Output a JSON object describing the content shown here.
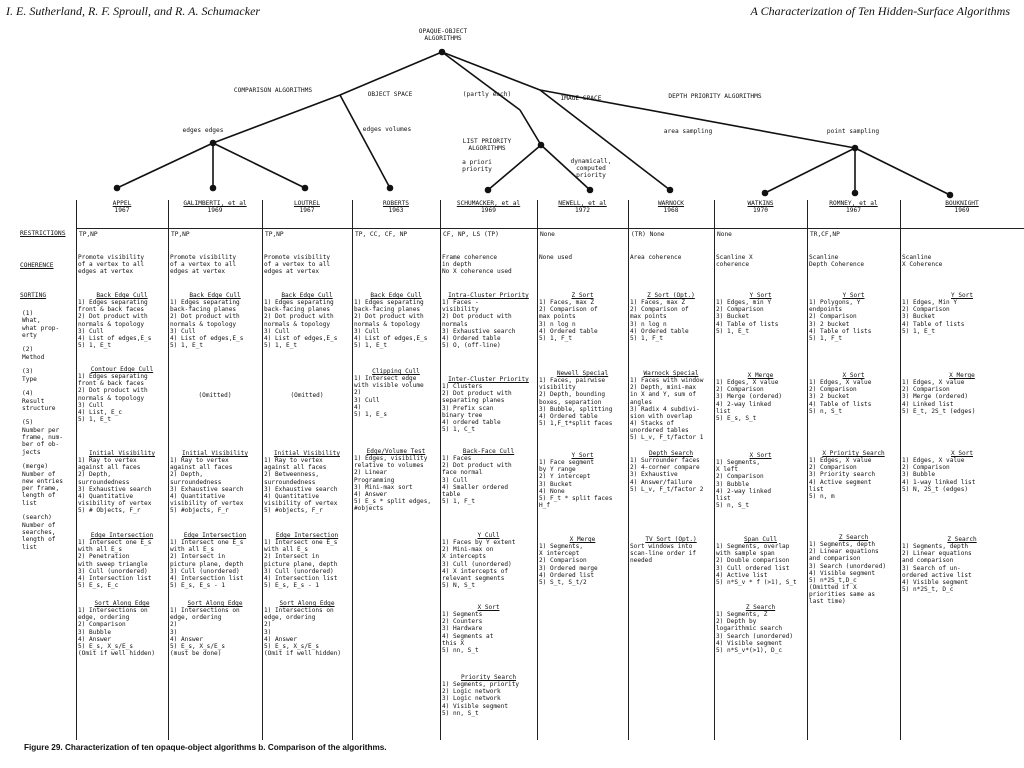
{
  "header": {
    "left": "I. E. Sutherland, R. F. Sproull, and R. A. Schumacker",
    "right": "A Characterization of Ten Hidden-Surface Algorithms"
  },
  "tree": {
    "root": "OPAQUE-OBJECT\nALGORITHMS",
    "comparison": "COMPARISON ALGORITHMS",
    "object_space": "OBJECT SPACE",
    "partly_each": "(partly each)",
    "image_space": "IMAGE SPACE",
    "depth_priority": "DEPTH PRIORITY ALGORITHMS",
    "edges_edges": "edges edges",
    "edges_volumes": "edges volumes",
    "list_priority": "LIST PRIORITY\nALGORITHMS",
    "a_priori": "a priori\npriority",
    "dynamically": "dynamicall,\ncomputed\npriority",
    "area_sampling": "area sampling",
    "point_sampling": "point sampling"
  },
  "row_labels": {
    "restrictions": "RESTRICTIONS",
    "coherence": "COHERENCE",
    "sorting": "SORTING",
    "sorting_notes": "(1)\nWhat,\nwhat prop-\nerty\n\n(2)\nMethod\n\n(3)\nType\n\n(4)\nResult\nstructure\n\n(5)\nNumber per\nframe, num-\nber of ob-\njects\n\n(merge)\nNumber of\nnew entries\nper frame,\nlength of\nlist\n\n(search)\nNumber of\nsearches,\nlength of\nlist"
  },
  "columns": [
    {
      "name": "APPEL",
      "year": "1967",
      "restrictions": "TP,NP",
      "coherence": "Promote visibility\nof a vertex to all\nedges at vertex",
      "sections": [
        {
          "title": "Back Edge Cull",
          "text": "1) Edges separating\nfront & back faces\n2) Dot product with\nnormals & topology\n3) Cull\n4) List of edges,E_s\n5) 1, E_t"
        },
        {
          "title": "Contour Edge Cull",
          "text": "1) Edges separating\nfront & back faces\n2) Dot product with\nnormals & topology\n3) Cull\n4) List, E_c\n5) 1, E_t"
        },
        {
          "title": "Initial Visibility",
          "text": "1) Ray to vertex\nagainst all faces\n2) Depth,\nsurroundedness\n3) Exhaustive search\n4) Quantitative\nvisibility of vertex\n5) # Objects, F_r"
        },
        {
          "title": "Edge Intersection",
          "text": "1) Intersect one E_s\nwith all E_s\n2) Penetration\nwith sweep triangle\n3) Cull (unordered)\n4) Intersection list\n5) E_s, E_c"
        },
        {
          "title": "Sort Along Edge",
          "text": "1) Intersections on\nedge, ordering\n2) Comparison\n3) Bubble\n4) Answer\n5) E_s, X_s/E_s\n(Omit if well hidden)"
        }
      ]
    },
    {
      "name": "GALIMBERTI, et al",
      "year": "1969",
      "restrictions": "TP,NP",
      "coherence": "Promote visibility\nof a vertex to all\nedges at vertex",
      "sections": [
        {
          "title": "Back Edge Cull",
          "text": "1) Edges separating\nback-facing planes\n2) Dot product with\nnormals & topology\n3) Cull\n4) List of edges,E_s\n5) 1, E_t"
        },
        {
          "title": "",
          "text": "(Omitted)"
        },
        {
          "title": "Initial Visibility",
          "text": "1) Ray to vertex\nagainst all faces\n2) Depth,\nsurroundedness\n3) Exhaustive search\n4) Quantitative\nvisibility of vertex\n5) #objects, F_r"
        },
        {
          "title": "Edge Intersection",
          "text": "1) Intersect one E_s\nwith all E_s\n2) Intersect in\npicture plane, depth\n3) Cull (unordered)\n4) Intersection list\n5) E_s, E_s - 1"
        },
        {
          "title": "Sort Along Edge",
          "text": "1) Intersections on\nedge, ordering\n2)\n3)\n4) Answer\n5) E_s, X_s/E_s\n(must be done)"
        }
      ]
    },
    {
      "name": "LOUTREL",
      "year": "1967",
      "restrictions": "TP,NP",
      "coherence": "Promote visibility\nof a vertex to all\nedges at vertex",
      "sections": [
        {
          "title": "Back Edge Cull",
          "text": "1) Edges separating\nback-facing planes\n2) Dot product with\nnormals & topology\n3) Cull\n4) List of edges,E_s\n5) 1, E_t"
        },
        {
          "title": "",
          "text": "(Omitted)"
        },
        {
          "title": "Initial Visibility",
          "text": "1) Ray to vertex\nagainst all faces\n2) Betweenness,\nsurroundedness\n3) Exhaustive search\n4) Quantitative\nvisibility of vertex\n5) #objects, F_r"
        },
        {
          "title": "Edge Intersection",
          "text": "1) Intersect one E_s\nwith all E_s\n2) Intersect in\npicture plane, depth\n3) Cull (unordered)\n4) Intersection list\n5) E_s, E_s - 1"
        },
        {
          "title": "Sort Along Edge",
          "text": "1) Intersections on\nedge, ordering\n2)\n3)\n4) Answer\n5) E_s, X_s/E_s\n(Omit if well hidden)"
        }
      ]
    },
    {
      "name": "ROBERTS",
      "year": "1963",
      "restrictions": "TP, CC, CF, NP",
      "coherence": "",
      "sections": [
        {
          "title": "Back Edge Cull",
          "text": "1) Edges separating\nback-facing planes\n2) Dot product with\nnormals & topology\n3) Cull\n4) List of edges,E_s\n5) 1, E_t"
        },
        {
          "title": "Clipping Cull",
          "text": "1) Intersect edge\nwith visible volume\n2)\n3) Cull\n4)\n5) 1, E_s"
        },
        {
          "title": "Edge/Volume Test",
          "text": "1) Edges, visibility\nrelative to volumes\n2) Linear\nProgramming\n3) Mini-max sort\n4) Answer\n5) E_s * split edges,\n#objects"
        }
      ]
    },
    {
      "name": "SCHUMACKER, et al",
      "year": "1969",
      "restrictions": "CF, NP, LS (TP)",
      "coherence": "Frame coherence\nin depth\nNo X coherence used",
      "sections": [
        {
          "title": "Intra-Cluster Priority",
          "text": "1) Faces -\nvisibility\n2) Dot product with\nnormals\n3) Exhaustive search\n4) Ordered table\n5) O, (off-line)"
        },
        {
          "title": "Inter-Cluster Priority",
          "text": "1) Clusters\n2) Dot product with\nseparating planes\n3) Prefix scan\nbinary tree\n4) ordered table\n5) 1, C_t"
        },
        {
          "title": "Back-Face Cull",
          "text": "1) Faces\n2) Dot product with\nface normal\n3) Cull\n4) Smaller ordered\ntable\n5) 1, F_t"
        },
        {
          "title": "Y Cull",
          "text": "1) Faces by Y extent\n2) Mini-max on\nX intercepts\n3) Cull (unordered)\n4) X intercepts of\nrelevant segments\n5) N, S_t"
        },
        {
          "title": "X Sort",
          "text": "1) Segments\n2) Counters\n3) Hardware\n4) Segments at\nthis X\n5) nn, S_t"
        },
        {
          "title": "Priority Search",
          "text": "1) Segments, priority\n2) Logic network\n3) Logic network\n4) Visible segment\n5) nn, S_t"
        }
      ]
    },
    {
      "name": "NEWELL, et al",
      "year": "1972",
      "restrictions": "None",
      "coherence": "None used",
      "sections": [
        {
          "title": "Z Sort",
          "text": "1) Faces, max Z\n2) Comparison of\nmax points\n3) n log n\n4) Ordered table\n5) 1, F_t"
        },
        {
          "title": "Newell Special",
          "text": "1) Faces, pairwise\nvisibility\n2) Depth, bounding\nboxes, separation\n3) Bubble, splitting\n4) Ordered table\n5) 1,F_t*split faces"
        },
        {
          "title": "Y Sort",
          "text": "1) Face segment\nby Y range\n2) Y intercept\n3) Bucket\n4) None\n5) F_t * split faces\nH_f"
        },
        {
          "title": "X Merge",
          "text": "1) Segments,\nX intercept\n2) Comparison\n3) Ordered merge\n4) Ordered list\n5) S_t, S_t/2"
        }
      ]
    },
    {
      "name": "WARNOCK",
      "year": "1968",
      "restrictions": "(TR) None",
      "coherence": "Area coherence",
      "sections": [
        {
          "title": "Z Sort (Opt.)",
          "text": "1) Faces, max Z\n2) Comparison of\nmax points\n3) n log n\n4) Ordered table\n5) 1, F_t"
        },
        {
          "title": "Warnock Special",
          "text": "1) Faces with window\n2) Depth, mini-max\nin X and Y, sum of\nangles\n3) Radix 4 subdivi-\nsion with overlap\n4) Stacks of\nunordered tables\n5) L_v, F_t/factor 1"
        },
        {
          "title": "Depth Search",
          "text": "1) Surrounder faces\n2) 4-corner compare\n3) Exhaustive\n4) Answer/failure\n5) L_v, F_t/factor 2"
        },
        {
          "title": "TV Sort (Opt.)",
          "text": "Sort windows into\nscan-line order if\nneeded"
        }
      ]
    },
    {
      "name": "WATKINS",
      "year": "1970",
      "restrictions": "None",
      "coherence": "Scanline X\ncoherence",
      "sections": [
        {
          "title": "Y Sort",
          "text": "1) Edges, min Y\n2) Comparison\n3) Bucket\n4) Table of lists\n5) 1, E_t"
        },
        {
          "title": "X Merge",
          "text": "1) Edges, X value\n2) Comparison\n3) Merge (ordered)\n4) 2-way linked\nlist\n5) E_s, S_t"
        },
        {
          "title": "X Sort",
          "text": "1) Segments,\nX left\n2) Comparison\n3) Bubble\n4) 2-way linked\nlist\n5) n, S_t"
        },
        {
          "title": "Span Cull",
          "text": "1) Segments, overlap\nwith sample span\n2) Double comparison\n3) Cull ordered list\n4) Active list\n5) n*S_v * f (>1), S_t"
        },
        {
          "title": "Z Search",
          "text": "1) Segments, Z\n2) Depth by\nlogarithmic search\n3) Search (unordered)\n4) Visible segment\n5) n*S_v*(>1), D_c"
        }
      ]
    },
    {
      "name": "ROMNEY, et al",
      "year": "1967",
      "restrictions": "TR,CF,NP",
      "coherence": "Scanline\nDepth Coherence",
      "sections": [
        {
          "title": "Y Sort",
          "text": "1) Polygons, Y\nendpoints\n2) Comparison\n3) 2 bucket\n4) Table of lists\n5) 1, F_t"
        },
        {
          "title": "X Sort",
          "text": "1) Edges, X value\n2) Comparison\n3) 2 bucket\n4) Table of lists\n5) n, S_t"
        },
        {
          "title": "X Priority Search",
          "text": "1) Edges, X value\n2) Comparison\n3) Priority search\n4) Active segment\nlist\n5) n, m"
        },
        {
          "title": "Z Search",
          "text": "1) Segments, depth\n2) Linear equations\nand comparison\n3) Search (unordered)\n4) Visible segment\n5) n*2S_t,D_c\n(Omitted if X\npriorities same as\nlast time)"
        }
      ]
    },
    {
      "name": "BOUKNIGHT",
      "year": "1969",
      "restrictions": "",
      "coherence": "Scanline\nX Coherence",
      "sections": [
        {
          "title": "Y Sort",
          "text": "1) Edges, Min Y\n2) Comparison\n3) Bucket\n4) Table of lists\n5) 1, E_t"
        },
        {
          "title": "X Merge",
          "text": "1) Edges, X value\n2) Comparison\n3) Merge (ordered)\n4) Linked list\n5) E_t, 2S_t (edges)"
        },
        {
          "title": "X Sort",
          "text": "1) Edges, X value\n2) Comparison\n3) Bubble\n4) 1-way linked list\n5) N, 2S_t (edges)"
        },
        {
          "title": "Z Search",
          "text": "1) Segments, depth\n2) Linear equations\nand comparison\n3) Search of un-\nordered active list\n4) Visible segment\n5) n*2S_t, D_c"
        }
      ]
    }
  ],
  "caption": "Figure 29. Characterization of ten opaque-object algorithms b. Comparison of the algorithms."
}
